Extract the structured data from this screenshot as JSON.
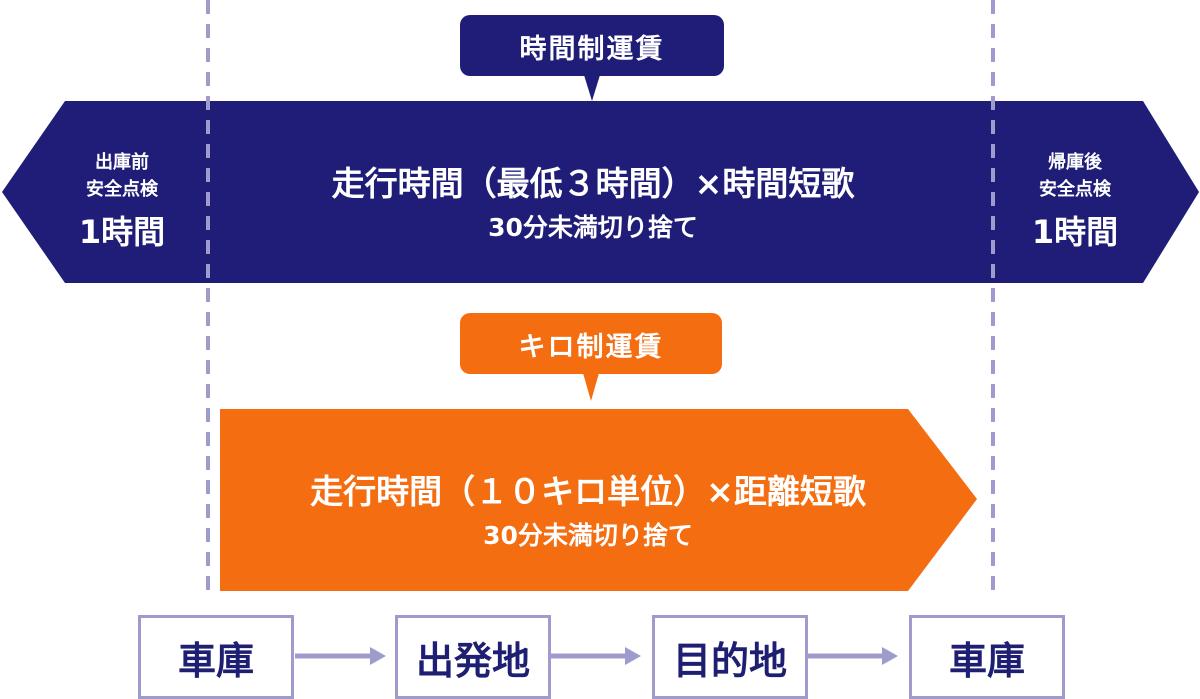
{
  "colors": {
    "navy": "#1f1d78",
    "orange": "#f46d11",
    "lavender": "#9f9ccd",
    "text_navy": "#1e1f72"
  },
  "time_fare": {
    "tag": "時間制運賃",
    "main": "走行時間（最低３時間）×時間短歌",
    "sub": "30分未満切り捨て"
  },
  "distance_fare": {
    "tag": "キロ制運賃",
    "main": "走行時間（１０キロ単位）×距離短歌",
    "sub": "30分未満切り捨て"
  },
  "pre_check": {
    "line1": "出庫前",
    "line2": "安全点検",
    "duration": "1時間"
  },
  "post_check": {
    "line1": "帰庫後",
    "line2": "安全点検",
    "duration": "1時間"
  },
  "flow": [
    "車庫",
    "出発地",
    "目的地",
    "車庫"
  ]
}
